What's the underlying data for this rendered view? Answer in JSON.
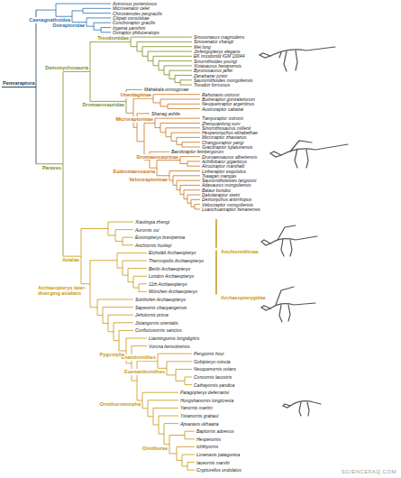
{
  "diagram": {
    "labels": [
      "Avimimus portentosus",
      "Microvenator celer",
      "Chirostenotes pergracilis",
      "Citipati osmolskae",
      "Conchoraptor gracilis",
      "Ingenia yanshini",
      "Oviraptor philoceratops",
      "Sinusonasus magnodens",
      "Sinovenator changii",
      "Mei long",
      "Jinfengopteryx elegans",
      "EK troodontid IGM 10044",
      "Sinornithoides youngi",
      "Xixiasaurus henanensis",
      "Byronosaurus jaffei",
      "Zanabazar junior",
      "Saurornithoides mongoliensis",
      "Troodon formosus",
      "Mahakala omnogovae",
      "Rahonavis ostromi",
      "Buitreraptor gonzalezorum",
      "Neuquenraptor argentinus",
      "Austroraptor cabazai",
      "Shanag ashile",
      "Tianyuraptor ostromi",
      "Zhenyuanlong suni",
      "Sinornithosaurus millenii",
      "Hesperonychus elizabethae",
      "Microraptor zhaoianus",
      "Changyuraptor yangi",
      "Graciliraptor lujiatunensis",
      "Bambiraptor feinbergorum",
      "Dromaeosaurus albertensis",
      "Achillobator giganticus",
      "Atrociraptor marshalli",
      "Linheraptor exquisitus",
      "Tsaagan mangas",
      "Saurornitholestes langstoni",
      "Adasaurus mongoliensis",
      "Balaur bondoc",
      "Dakotaraptor steini",
      "Deinonychus antirrhopus",
      "Velociraptor mongoliensis",
      "Luanchuanraptor henanensis",
      "Xiaotingia zhengi",
      "Aurornis xui",
      "Eosinopteryx brevipenna",
      "Anchiornis huxleyi",
      "Eichstätt Archaeopteryx",
      "Thermopolis Archaeopteryx",
      "Berlin Archaeopteryx",
      "London Archaeopteryx",
      "11th Archaeopteryx",
      "München Archaeopteryx",
      "Solnhofen Archaeopteryx",
      "Sapeornis chaoyangensis",
      "Jeholornis prima",
      "Jixiangornis orientalis",
      "Confuciusornis sanctus",
      "Liaoningornis longidigitris",
      "Vorona berivotrensis",
      "Pengornis houi",
      "Gobipteryx minuta",
      "Neuquenornis volans",
      "Concornis lacustris",
      "Cathayornis yandica",
      "Patagopteryx deferrariisi",
      "Hongshanornis longicresta",
      "Yanornis martini",
      "Yixianornis grabaui",
      "Apsaravis ukhaana",
      "Baptornis advenus",
      "Hesperornis",
      "Ichthyornis",
      "Limenavis patagonica",
      "Iaceornis marshi",
      "Crypturellus undulatus",
      "Caenagnathoidea",
      "Oviraptoridae",
      "Pennaraptora",
      "Troodontidae",
      "Deinonychosauria",
      "Dromaeosauridae",
      "Unenlagiinae",
      "Microraptorinae",
      "Eudromaeosauria",
      "Dromaeosaurinae",
      "Velociraptorinae",
      "Paraves",
      "Anchiornithinae",
      "Avialae",
      "Archaeopterygidae",
      "Archaeopteryx later-diverging avialans",
      "Pygostylia",
      "Enantiornithes",
      "Euenantiornithes",
      "Ornithuromorpha",
      "Ornithurae",
      "SCIENCEFAQ.COM"
    ]
  }
}
